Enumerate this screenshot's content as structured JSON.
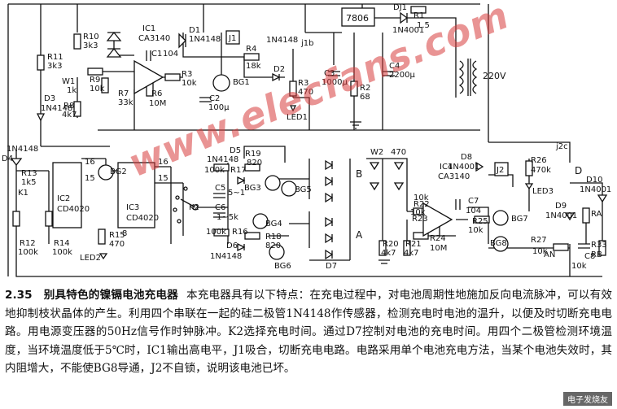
{
  "figure": {
    "number": "2.35",
    "title": "别具特色的镍镉电池充电器",
    "body": "本充电器具有以下特点：在充电过程中，对电池周期性地施加反向电流脉冲，可以有效地抑制枝状晶体的产生。利用四个串联在一起的硅二极管1N4148作传感器，检测充电时电池的温升，以便及时切断充电电路。用电源变压器的50Hz信号作时钟脉冲。K2选择充电时间。通过D7控制对电池的充电时间。用四个二极管检测环境温度，当环境温度低于5℃时，IC1输出高电平，J1吸合，切断充电电路。电路采用单个电池充电方法，当某个电池失效时，其内阻增大，不能使BG8导通，J2不自锁，说明该电池已坏。"
  },
  "watermark": "www.elecfans.com",
  "logo": "电子发烧友",
  "labels": {
    "ic1": "IC1",
    "ic1_type": "CA3140",
    "r10": "R10",
    "r10_val": "3k3",
    "r11": "R11",
    "r11_val": "3k3",
    "w1": "W1",
    "w1_val": "1k",
    "r9": "R9",
    "r9_val": "10k",
    "r7": "R7",
    "r7_val": "33k",
    "r8": "R8",
    "r8_val": "4k7",
    "d3": "D3",
    "d3_type": "1N4148",
    "c1": "C1",
    "c1_val": "104",
    "r6": "R6",
    "r6_val": "10M",
    "d1": "D1",
    "d1_type": "1N4148",
    "j1": "J1",
    "r3_top": "R3",
    "r3_top_val": "10k",
    "bg1": "BG1",
    "c2": "C2",
    "c2_val": "100μ",
    "r4": "R4",
    "r4_val": "18k",
    "d2": "D2",
    "d2_type": "1N4148",
    "j1b": "j1b",
    "r3_led": "R3",
    "r3_led_val": "470",
    "led1": "LED1",
    "reg": "7806",
    "c3": "C3",
    "c3_val": "1000μ",
    "r2": "R2",
    "r2_val": "68",
    "c4": "C4",
    "c4_val": "2200μ",
    "dj1": "DJ1",
    "dj1_type": "1N4001",
    "r1": "R1",
    "r1_val": "1.5",
    "mains": "220V",
    "j2c": "j2c",
    "d4": "D4",
    "d4_type": "1N4148",
    "r13": "R13",
    "r13_val": "1k5",
    "k1": "K1",
    "ic2": "IC2",
    "ic2_type": "CD4020",
    "bg2": "BG2",
    "ic3": "IC3",
    "ic3_type": "CD4020",
    "r12": "R12",
    "r12_val": "100k",
    "r14": "R14",
    "r14_val": "100k",
    "r15": "R15",
    "r15_val": "470",
    "led2": "LED2",
    "d5": "D5",
    "d5_type": "1N4148",
    "r17": "R17",
    "r17_val": "100k",
    "r19": "R19",
    "r19_val": "820",
    "c5": "C5",
    "c5_val": "5~1",
    "k2": "K2",
    "c6": "C6",
    "c6_val": "1~5k",
    "bg3": "BG3",
    "bg5": "BG5",
    "bg4": "BG4",
    "r16": "R16",
    "r16_val": "100k",
    "r18": "R18",
    "r18_val": "820",
    "d6": "D6",
    "d6_type": "1N4148",
    "bg6": "BG6",
    "b_label": "B",
    "a_label": "A",
    "d7": "D7",
    "w2": "W2",
    "w2_val": "470",
    "r20": "R20",
    "r20_val": "4k7",
    "r21": "R21",
    "r21_val": "4k7",
    "r22": "R22",
    "r22_val": "10k",
    "r23": "R23",
    "r23_val": "10k",
    "c7": "C7",
    "c7_val": "104",
    "ic4": "IC4",
    "ic4_type": "CA3140",
    "r24": "R24",
    "r24_val": "10M",
    "d8": "D8",
    "d8_type": "1N4001",
    "j2": "J2",
    "r25": "R25",
    "r25_val": "10k",
    "bg7": "BG7",
    "r26": "R26",
    "r26_val": "470k",
    "led3": "LED3",
    "bg8": "BG8",
    "r27": "R27",
    "r27_val": "10k",
    "an": "AN",
    "c8": "C8",
    "c8_val": "10k",
    "d9": "D9",
    "d9_type": "1N4001",
    "d10": "D10",
    "d10_type": "1N4001",
    "ra": "RA",
    "r33": "R33",
    "r33_val": "RB",
    "d_label": "D",
    "pin16": "16",
    "pin15": "15",
    "pin8": "8",
    "pin16b": "16",
    "pin15b": "15"
  }
}
